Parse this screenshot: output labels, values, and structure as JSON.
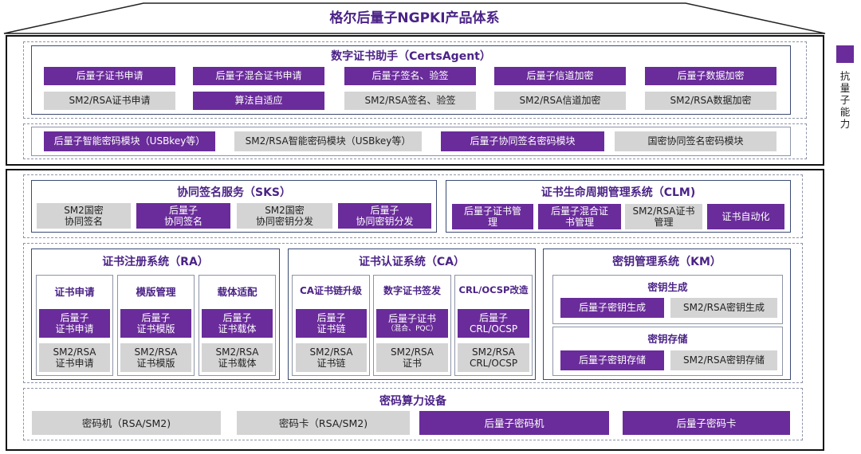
{
  "title": "格尔后量子NGPKI产品体系",
  "legend": {
    "label": "抗量子能力",
    "color": "#6a2c9a"
  },
  "colors": {
    "quantum": "#6a2c9a",
    "classic": "#d4d4d4",
    "heading": "#4b2387"
  },
  "certs_agent": {
    "title": "数字证书助手（CertsAgent）",
    "row1": [
      "后量子证书申请",
      "后量子混合证书申请",
      "后量子签名、验签",
      "后量子信道加密",
      "后量子数据加密"
    ],
    "row2": [
      "SM2/RSA证书申请",
      "算法自适应",
      "SM2/RSA签名、验签",
      "SM2/RSA信道加密",
      "SM2/RSA数据加密"
    ]
  },
  "modules": [
    "后量子智能密码模块（USBkey等）",
    "SM2/RSA智能密码模块（USBkey等）",
    "后量子协同签名密码模块",
    "国密协同签名密码模块"
  ],
  "sks": {
    "title": "协同签名服务（SKS）",
    "items": [
      "SM2国密\n协同签名",
      "后量子\n协同签名",
      "SM2国密\n协同密钥分发",
      "后量子\n协同密钥分发"
    ]
  },
  "clm": {
    "title": "证书生命周期管理系统（CLM)",
    "items": [
      "后量子证书管\n理",
      "后量子混合证\n书管理",
      "SM2/RSA证书\n管理",
      "证书自动化"
    ]
  },
  "ra": {
    "title": "证书注册系统（RA）",
    "columns": [
      {
        "title": "证书申请",
        "pq": "后量子\n证书申请",
        "classic": "SM2/RSA\n证书申请"
      },
      {
        "title": "模版管理",
        "pq": "后量子\n证书模版",
        "classic": "SM2/RSA\n证书模版"
      },
      {
        "title": "载体适配",
        "pq": "后量子\n证书载体",
        "classic": "SM2/RSA\n证书载体"
      }
    ]
  },
  "ca": {
    "title": "证书认证系统（CA）",
    "columns": [
      {
        "title": "CA证书链升级",
        "pq": "后量子\n证书链",
        "pq_note": "",
        "classic": "SM2/RSA\n证书链"
      },
      {
        "title": "数字证书签发",
        "pq": "后量子证书",
        "pq_note": "（混合、PQC）",
        "classic": "SM2/RSA\n证书"
      },
      {
        "title": "CRL/OCSP改造",
        "pq": "后量子\nCRL/OCSP",
        "pq_note": "",
        "classic": "SM2/RSA\nCRL/OCSP"
      }
    ]
  },
  "km": {
    "title": "密钥管理系统（KM）",
    "gen": {
      "title": "密钥生成",
      "pq": "后量子密钥生成",
      "classic": "SM2/RSA密钥生成"
    },
    "store": {
      "title": "密钥存储",
      "pq": "后量子密钥存储",
      "classic": "SM2/RSA密钥存储"
    }
  },
  "crypto_hw": {
    "title": "密码算力设备",
    "items": [
      "密码机（RSA/SM2)",
      "密码卡（RSA/SM2)",
      "后量子密码机",
      "后量子密码卡"
    ]
  }
}
